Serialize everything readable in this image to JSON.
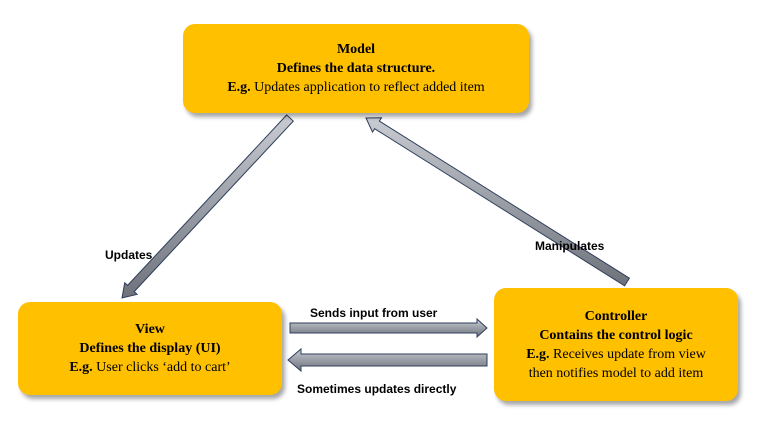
{
  "colors": {
    "box_fill": "#ffc000",
    "arrow_fill": "#8c8f96",
    "arrow_stroke": "#2f3e5c"
  },
  "nodes": {
    "model": {
      "title": "Model",
      "description": "Defines the data structure.",
      "example_prefix": "E.g.",
      "example": " Updates application to reflect added item"
    },
    "view": {
      "title": "View",
      "description": "Defines the display (UI)",
      "example_prefix": "E.g.",
      "example": " User clicks ‘add to cart’"
    },
    "controller": {
      "title": "Controller",
      "description": "Contains the control logic",
      "example_prefix": "E.g.",
      "example_line1": " Receives update from view",
      "example_line2": "then notifies model to add item"
    }
  },
  "edges": {
    "model_to_view": "Updates",
    "controller_to_model": "Manipulates",
    "view_to_controller": "Sends input from user",
    "controller_to_view": "Sometimes updates directly"
  }
}
